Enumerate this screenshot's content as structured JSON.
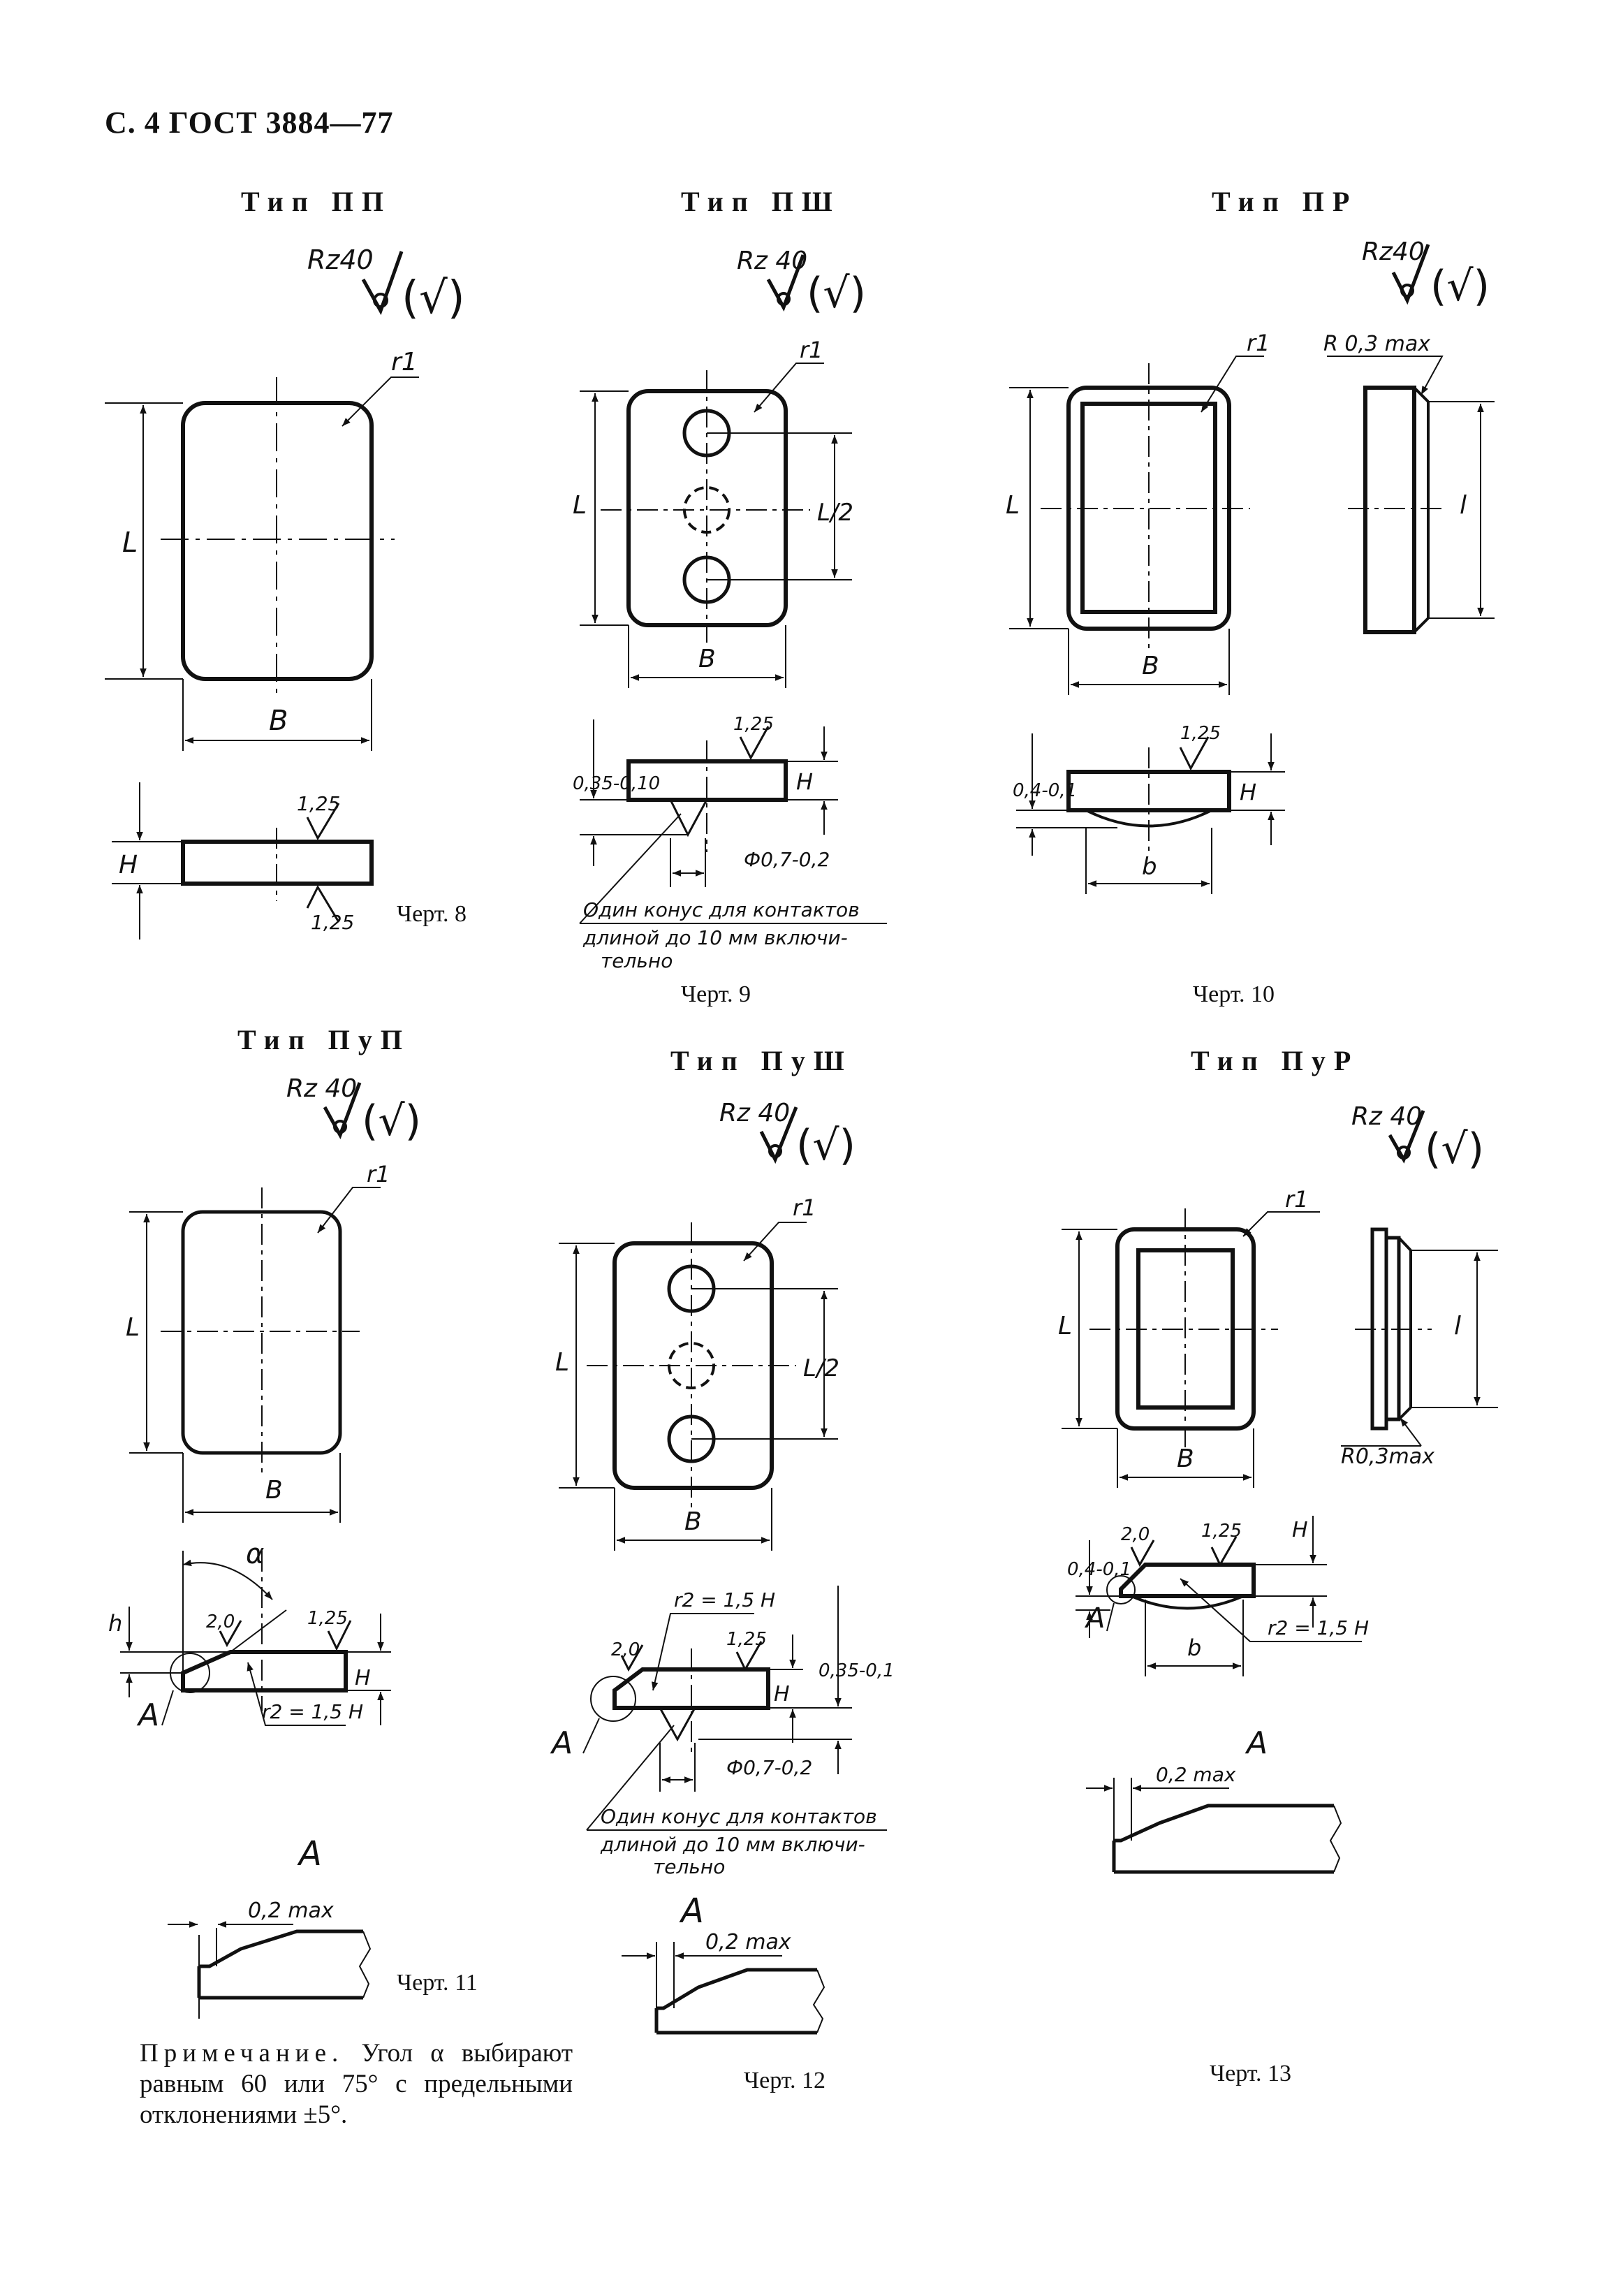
{
  "header": "С. 4 ГОСТ 3884—77",
  "types": {
    "pp": "Тип ПП",
    "psh": "Тип ПШ",
    "pr": "Тип ПР",
    "pup": "Тип ПуП",
    "push": "Тип ПуШ",
    "pur": "Тип ПуР"
  },
  "captions": {
    "c8": "Черт. 8",
    "c9": "Черт. 9",
    "c10": "Черт. 10",
    "c11": "Черт. 11",
    "c12": "Черт. 12",
    "c13": "Черт. 13"
  },
  "labels": {
    "rz40": "Rz 40",
    "rz40_tight": "Rz40",
    "check": "(√)",
    "r1": "r1",
    "L": "L",
    "L2": "L/2",
    "l": "l",
    "B": "B",
    "b": "b",
    "H": "H",
    "h": "h",
    "alpha": "α",
    "r125": "1,25",
    "r20": "2,0",
    "r03max": "R 0,3 max",
    "r03max_b": "R0,3max",
    "max02": "0,2 max",
    "A": "A",
    "r2": "r2 = 1,5 H",
    "dim035": "0,35-0,10",
    "dim035b": "0,35-0,1",
    "dim04": "0,4-0,1",
    "phi07": "Ф0,7-0,2",
    "cone1": "Один конус для контактов",
    "cone2": "длиной до 10 мм включи-",
    "cone3": "тельно"
  },
  "note": {
    "word": "Примечание.",
    "text": "Угол α выбирают равным 60 или 75° с предельными отклонениями ±5°."
  }
}
